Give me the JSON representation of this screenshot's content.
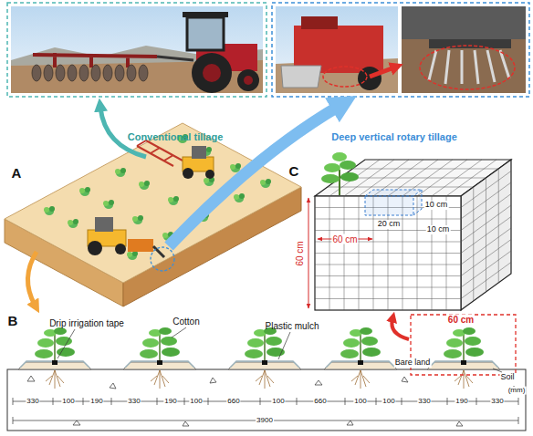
{
  "diagram": {
    "labels": [
      "Conventional tillage",
      "Deep vertical rotary tillage",
      "A",
      "C",
      "60 cm",
      "60 cm",
      "20 cm",
      "10 cm",
      "10 cm",
      "B",
      "Drip irrigation tape",
      "Cotton",
      "Plastic mulch",
      "60 cm",
      "Bare land",
      "Soil",
      "(mm)",
      "330",
      "100",
      "190",
      "330",
      "190",
      "100",
      "660",
      "100",
      "660",
      "100",
      "100",
      "330",
      "190",
      "330",
      "3900"
    ]
  }
}
